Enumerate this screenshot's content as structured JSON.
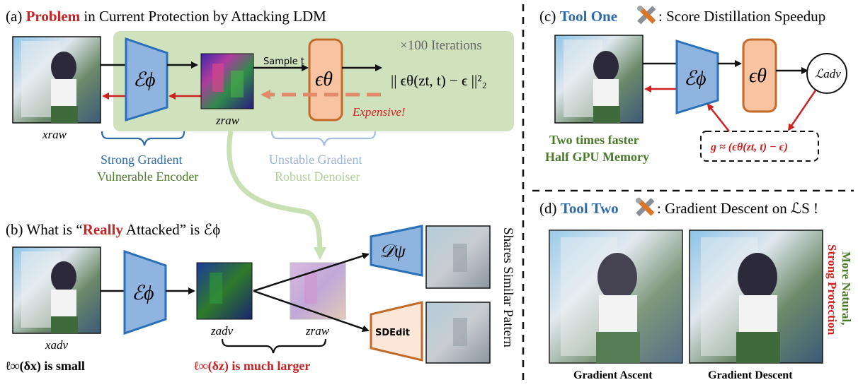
{
  "panel_a": {
    "label": "(a)",
    "title_highlight": "Problem",
    "title_rest": "in Current Protection by Attacking LDM",
    "iterations": "×100 Iterations",
    "sample_t": "Sample t",
    "loss_formula": "|| ϵθ(zt, t) − ϵ ||²₂",
    "expensive": "Expensive!",
    "x_raw": "xraw",
    "z_raw": "zraw",
    "encoder": "ℰϕ",
    "denoiser": "ϵθ",
    "strong_gradient": "Strong Gradient",
    "vulnerable_encoder": "Vulnerable Encoder",
    "unstable_gradient": "Unstable Gradient",
    "robust_denoiser": "Robust Denoiser"
  },
  "panel_b": {
    "label": "(b)",
    "title_pre": "What is “",
    "title_highlight": "Really",
    "title_post": " Attacked” is ℰϕ",
    "encoder": "ℰϕ",
    "decoder": "𝒟ψ",
    "sdedit": "SDEdit",
    "x_adv": "xadv",
    "z_adv": "zadv",
    "z_raw": "zraw",
    "linf_x": "ℓ∞(δx) is small",
    "linf_z": "ℓ∞(δz) is much larger",
    "shares": "Shares Similar Pattern"
  },
  "panel_c": {
    "label": "(c)",
    "tool": "Tool One",
    "title_rest": ": Score Distillation Speedup",
    "encoder": "ℰϕ",
    "denoiser": "ϵθ",
    "loss": "ℒadv",
    "gradient_formula": "g ≈ (ϵθ(zt, t) − ϵ)",
    "faster": "Two times faster",
    "memory": "Half GPU Memory"
  },
  "panel_d": {
    "label": "(d)",
    "tool": "Tool Two",
    "title_rest": ": Gradient Descent on ℒS !",
    "ascent": "Gradient Ascent",
    "descent": "Gradient Descent",
    "side_top": "More Natural,",
    "side_bottom": "Strong Protection"
  },
  "colors": {
    "red": "#cc2222",
    "blue_text": "#2f6bab",
    "green_text": "#4a7a2a",
    "encoder_fill": "#8fb4e0",
    "encoder_stroke": "#2a70b8",
    "denoiser_fill": "#f7c3a0",
    "denoiser_stroke": "#c36a28",
    "bg_green": "#cfe2bd"
  }
}
